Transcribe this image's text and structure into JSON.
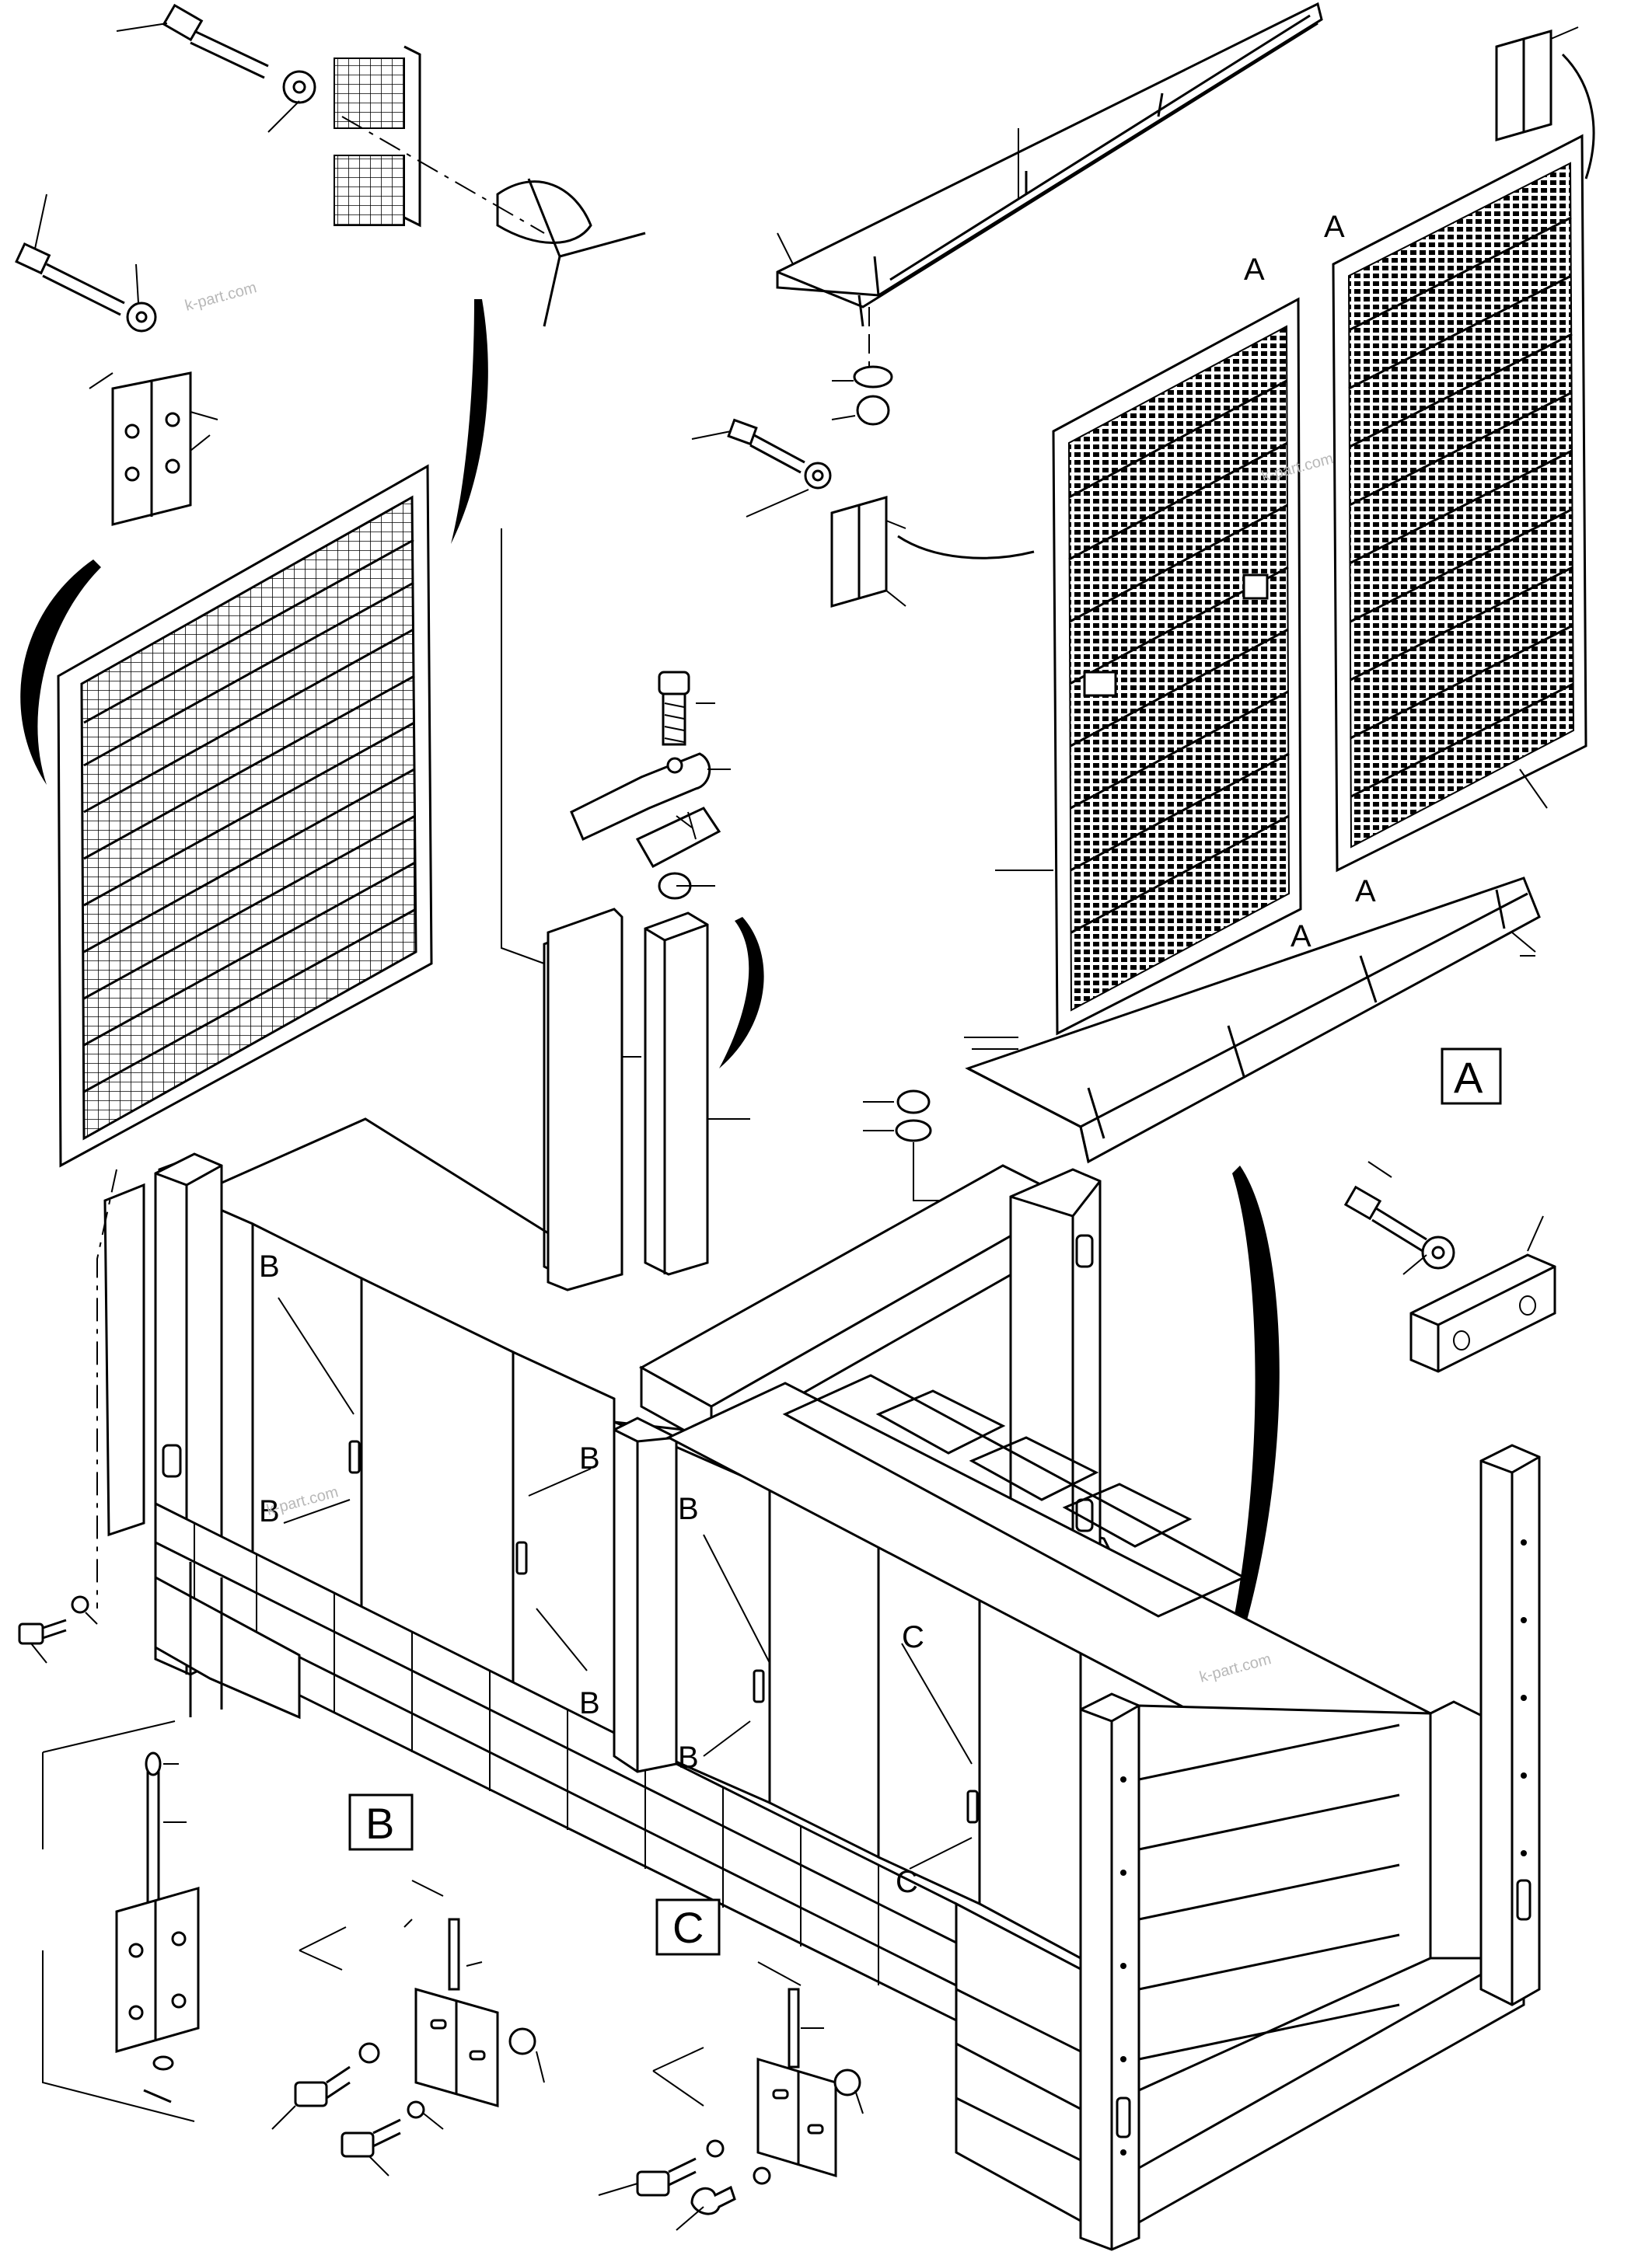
{
  "labels": {
    "detail_a": "A",
    "detail_b": "B",
    "detail_c": "C",
    "ref_a": "A",
    "ref_b": "B",
    "ref_c": "C"
  },
  "watermark": "k-part.com",
  "colors": {
    "ink": "#000000",
    "paper": "#ffffff",
    "watermark": "#b8b8b8"
  }
}
